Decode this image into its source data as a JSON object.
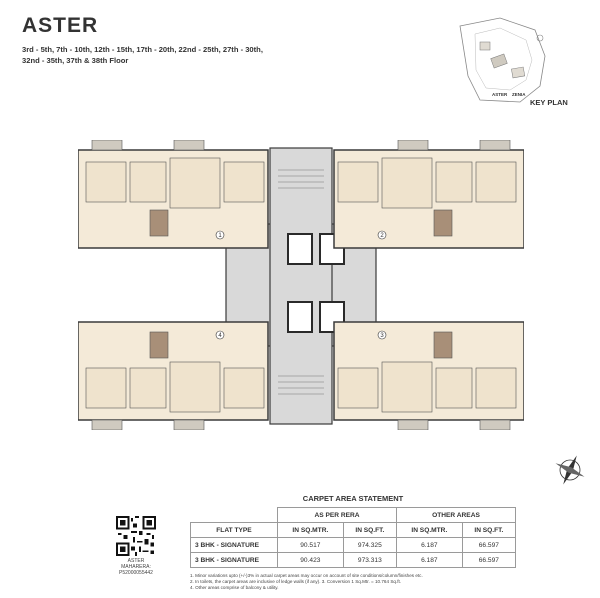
{
  "header": {
    "title": "ASTER",
    "floors": "3rd - 5th, 7th - 10th, 12th - 15th, 17th - 20th, 22nd - 25th, 27th - 30th, 32nd - 35th, 37th & 38th Floor"
  },
  "key_plan": {
    "label": "KEY PLAN",
    "tower_labels": [
      "ASTER",
      "ZENIA"
    ]
  },
  "floor_plan": {
    "flat_numbers": [
      "1",
      "2",
      "3",
      "4"
    ]
  },
  "carpet_area": {
    "title": "CARPET AREA STATEMENT",
    "group_headers": [
      "AS PER RERA",
      "OTHER AREAS"
    ],
    "columns": [
      "FLAT TYPE",
      "IN SQ.MTR.",
      "IN SQ.FT.",
      "IN SQ.MTR.",
      "IN SQ.FT."
    ],
    "rows": [
      [
        "3 BHK - SIGNATURE",
        "90.517",
        "974.325",
        "6.187",
        "66.597"
      ],
      [
        "3 BHK - SIGNATURE",
        "90.423",
        "973.313",
        "6.187",
        "66.597"
      ]
    ],
    "notes": [
      "1. Minor variations upto (+/-)3% in actual carpet areas may occur on account of site conditions/column/finishes etc.",
      "2. In toilets, the carpet areas are inclusive of ledge walls (if any). 3. Conversion 1 Sq.Mtr. = 10.764 Sq.ft.",
      "4. Other areas comprise of balcony & utility."
    ]
  },
  "qr": {
    "caption": "ASTER",
    "rera": "MAHARERA: P52000055442"
  },
  "colors": {
    "flat_fill": "#f4ead8",
    "core_fill": "#d9d9d9",
    "wall": "#3a3a3a",
    "balcony": "#cfcac0",
    "bathroom": "#a88f78"
  }
}
